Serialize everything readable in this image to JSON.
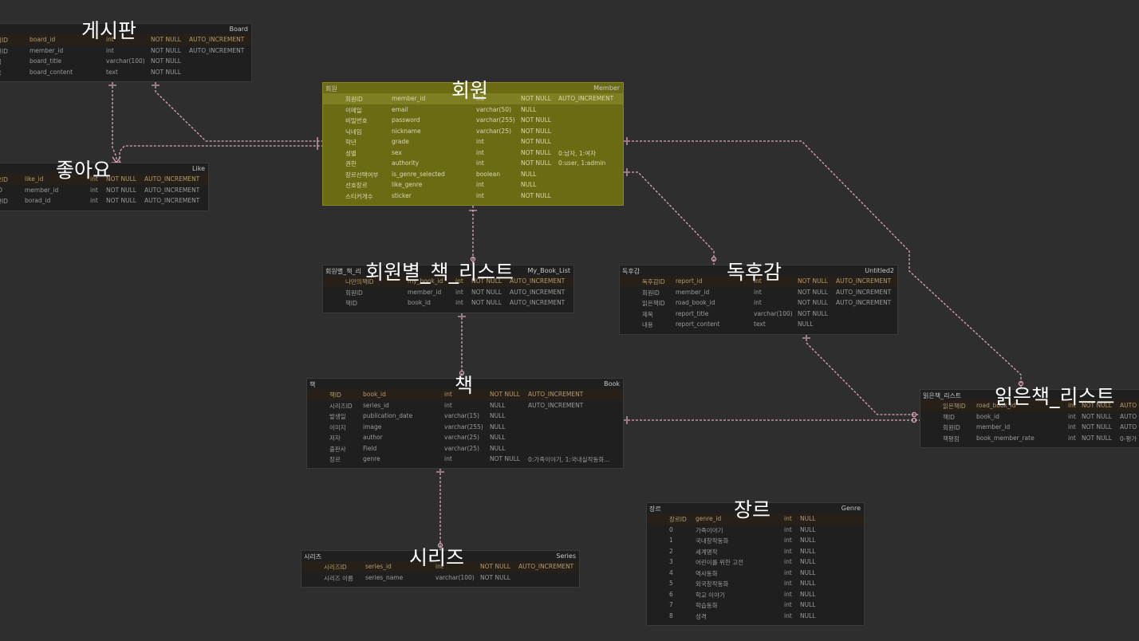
{
  "diagram": {
    "colors": {
      "background": "#2e2e2e",
      "relation": "#d9a7b4",
      "selected": "#6b6b14"
    },
    "labels": {
      "board": "게시판",
      "like": "좋아요",
      "member": "회원",
      "mybooklist": "회원별_책_리스트",
      "report": "독후감",
      "book": "책",
      "readbook": "읽은책_리스트",
      "genre": "장르",
      "series": "시리즈"
    },
    "tables": {
      "board": {
        "kn": "",
        "en": "Board",
        "rows": [
          [
            "키ID",
            "board_id",
            "int",
            "NOT NULL",
            "AUTO_INCREMENT"
          ],
          [
            "원ID",
            "member_id",
            "int",
            "NOT NULL",
            "AUTO_INCREMENT"
          ],
          [
            "목",
            "board_title",
            "varchar(100)",
            "NOT NULL",
            ""
          ],
          [
            "용",
            "board_content",
            "text",
            "NOT NULL",
            ""
          ]
        ]
      },
      "like": {
        "kn": "",
        "en": "Like",
        "rows": [
          [
            "요ID",
            "like_id",
            "int",
            "NOT NULL",
            "AUTO_INCREMENT"
          ],
          [
            "ID",
            "member_id",
            "int",
            "NOT NULL",
            "AUTO_INCREMENT"
          ],
          [
            "판ID",
            "borad_id",
            "int",
            "NOT NULL",
            "AUTO_INCREMENT"
          ]
        ]
      },
      "member": {
        "kn": "회원",
        "en": "Member",
        "rows": [
          [
            "회원ID",
            "member_id",
            "int",
            "NOT NULL",
            "AUTO_INCREMENT"
          ],
          [
            "이메일",
            "email",
            "varchar(50)",
            "NULL",
            ""
          ],
          [
            "비밀번호",
            "password",
            "varchar(255)",
            "NOT NULL",
            ""
          ],
          [
            "닉네임",
            "nickname",
            "varchar(25)",
            "NOT NULL",
            ""
          ],
          [
            "학년",
            "grade",
            "int",
            "NOT NULL",
            ""
          ],
          [
            "성별",
            "sex",
            "int",
            "NOT NULL",
            "0:남자, 1:여자"
          ],
          [
            "권한",
            "authority",
            "int",
            "NOT NULL",
            "0:user, 1:admin"
          ],
          [
            "장르선택여부",
            "is_genre_selected",
            "boolean",
            "NULL",
            ""
          ],
          [
            "선호장르",
            "like_genre",
            "int",
            "NULL",
            ""
          ],
          [
            "스티커개수",
            "sticker",
            "int",
            "NOT NULL",
            ""
          ]
        ]
      },
      "mybooklist": {
        "kn": "회원별_책_리",
        "en": "My_Book_List",
        "rows": [
          [
            "나만의책ID",
            "my_book_id",
            "int",
            "NOT NULL",
            "AUTO_INCREMENT"
          ],
          [
            "회원ID",
            "member_id",
            "int",
            "NOT NULL",
            "AUTO_INCREMENT"
          ],
          [
            "책ID",
            "book_id",
            "int",
            "NOT NULL",
            "AUTO_INCREMENT"
          ]
        ]
      },
      "report": {
        "kn": "독후감",
        "en": "Untitled2",
        "rows": [
          [
            "독후감ID",
            "report_id",
            "int",
            "NOT NULL",
            "AUTO_INCREMENT"
          ],
          [
            "회원ID",
            "member_id",
            "int",
            "NOT NULL",
            "AUTO_INCREMENT"
          ],
          [
            "읽은책ID",
            "road_book_id",
            "int",
            "NOT NULL",
            "AUTO_INCREMENT"
          ],
          [
            "제목",
            "report_title",
            "varchar(100)",
            "NOT NULL",
            ""
          ],
          [
            "내용",
            "report_content",
            "text",
            "NULL",
            ""
          ]
        ]
      },
      "book": {
        "kn": "책",
        "en": "Book",
        "rows": [
          [
            "책ID",
            "book_id",
            "int",
            "NOT NULL",
            "AUTO_INCREMENT"
          ],
          [
            "시리즈ID",
            "series_id",
            "int",
            "NULL",
            "AUTO_INCREMENT"
          ],
          [
            "발생일",
            "publication_date",
            "varchar(15)",
            "NULL",
            ""
          ],
          [
            "이미지",
            "image",
            "varchar(255)",
            "NULL",
            ""
          ],
          [
            "저자",
            "author",
            "varchar(25)",
            "NULL",
            ""
          ],
          [
            "출판사",
            "Field",
            "varchar(25)",
            "NULL",
            ""
          ],
          [
            "장르",
            "genre",
            "int",
            "NOT NULL",
            "0:가족이야기, 1:국내실작동화..."
          ]
        ]
      },
      "readbook": {
        "kn": "읽은책_리스트",
        "en": "",
        "rows": [
          [
            "읽은책ID",
            "road_book_id",
            "int",
            "NOT NULL",
            "AUTO"
          ],
          [
            "책ID",
            "book_id",
            "int",
            "NOT NULL",
            "AUTO"
          ],
          [
            "회원ID",
            "member_id",
            "int",
            "NOT NULL",
            "AUTO"
          ],
          [
            "책평점",
            "book_member_rate",
            "int",
            "NOT NULL",
            "0-평가"
          ]
        ]
      },
      "genre": {
        "kn": "장르",
        "en": "Genre",
        "rows": [
          [
            "장르ID",
            "genre_id",
            "int",
            "NULL",
            ""
          ],
          [
            "0",
            "가족이야기",
            "int",
            "NULL",
            ""
          ],
          [
            "1",
            "국내창작동화",
            "int",
            "NULL",
            ""
          ],
          [
            "2",
            "세계명작",
            "int",
            "NULL",
            ""
          ],
          [
            "3",
            "어린이를 위한 고전",
            "int",
            "NULL",
            ""
          ],
          [
            "4",
            "역사동화",
            "int",
            "NULL",
            ""
          ],
          [
            "5",
            "외국창작동화",
            "int",
            "NULL",
            ""
          ],
          [
            "6",
            "학교 이야기",
            "int",
            "NULL",
            ""
          ],
          [
            "7",
            "학습동화",
            "int",
            "NULL",
            ""
          ],
          [
            "8",
            "성격",
            "int",
            "NULL",
            ""
          ]
        ]
      },
      "series": {
        "kn": "시리즈",
        "en": "Series",
        "rows": [
          [
            "시리즈ID",
            "series_id",
            "int",
            "NOT NULL",
            "AUTO_INCREMENT"
          ],
          [
            "시리즈 이름",
            "series_name",
            "varchar(100)",
            "NOT NULL",
            ""
          ]
        ]
      }
    }
  }
}
